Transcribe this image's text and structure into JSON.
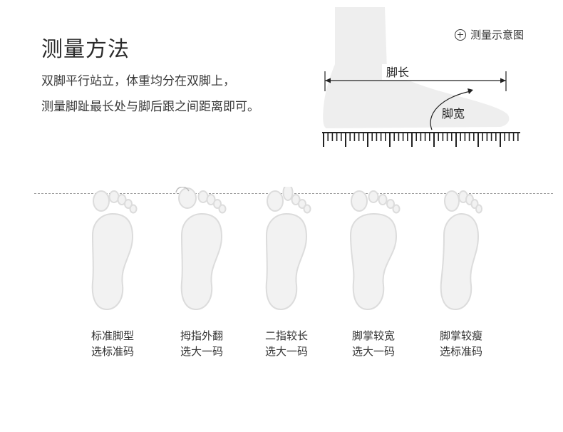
{
  "title": "测量方法",
  "description": [
    "双脚平行站立，体重均分在双脚上，",
    "测量脚趾最长处与脚后跟之间距离即可。"
  ],
  "legend": {
    "icon": "plus-circle-icon",
    "label": "测量示意图"
  },
  "diagram": {
    "length_label": "脚长",
    "width_label": "脚宽"
  },
  "foot_types": [
    {
      "line1": "标准脚型",
      "line2": "选标准码",
      "highlight": "none"
    },
    {
      "line1": "拇指外翻",
      "line2": "选大一码",
      "highlight": "big-toe"
    },
    {
      "line1": "二指较长",
      "line2": "选大一码",
      "highlight": "second-toe"
    },
    {
      "line1": "脚掌较宽",
      "line2": "选大一码",
      "highlight": "wide-forefoot"
    },
    {
      "line1": "脚掌较瘦",
      "line2": "选标准码",
      "highlight": "narrow-forefoot"
    }
  ],
  "colors": {
    "foot_fill": "#f2f2f2",
    "foot_outline": "#dcdcdc",
    "text": "#333333",
    "ruler": "#222222"
  }
}
